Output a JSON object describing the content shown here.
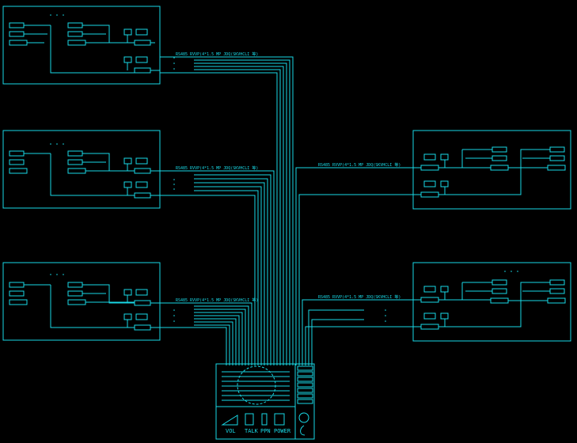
{
  "cable_label": "RS485 RVVP(4*1.5 MP JDQ(SKVHCLI 等)",
  "console_labels": {
    "vol": "VOL",
    "talk": "TALK",
    "ppn": "PPN",
    "power": "POWER"
  },
  "colors": {
    "line": "#19d9e6",
    "background": "#000000"
  }
}
